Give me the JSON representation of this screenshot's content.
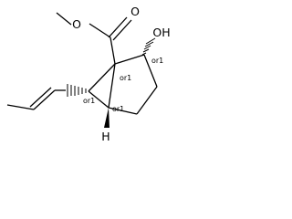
{
  "structure": {
    "atoms": {
      "ester_oxygen": "O",
      "carbonyl_oxygen": "O",
      "hydroxyl": "OH",
      "bridgehead_hydrogen": "H"
    },
    "stereo_labels": {
      "c1": "or1",
      "c2": "or1",
      "c5": "or1",
      "c6": "or1"
    }
  }
}
